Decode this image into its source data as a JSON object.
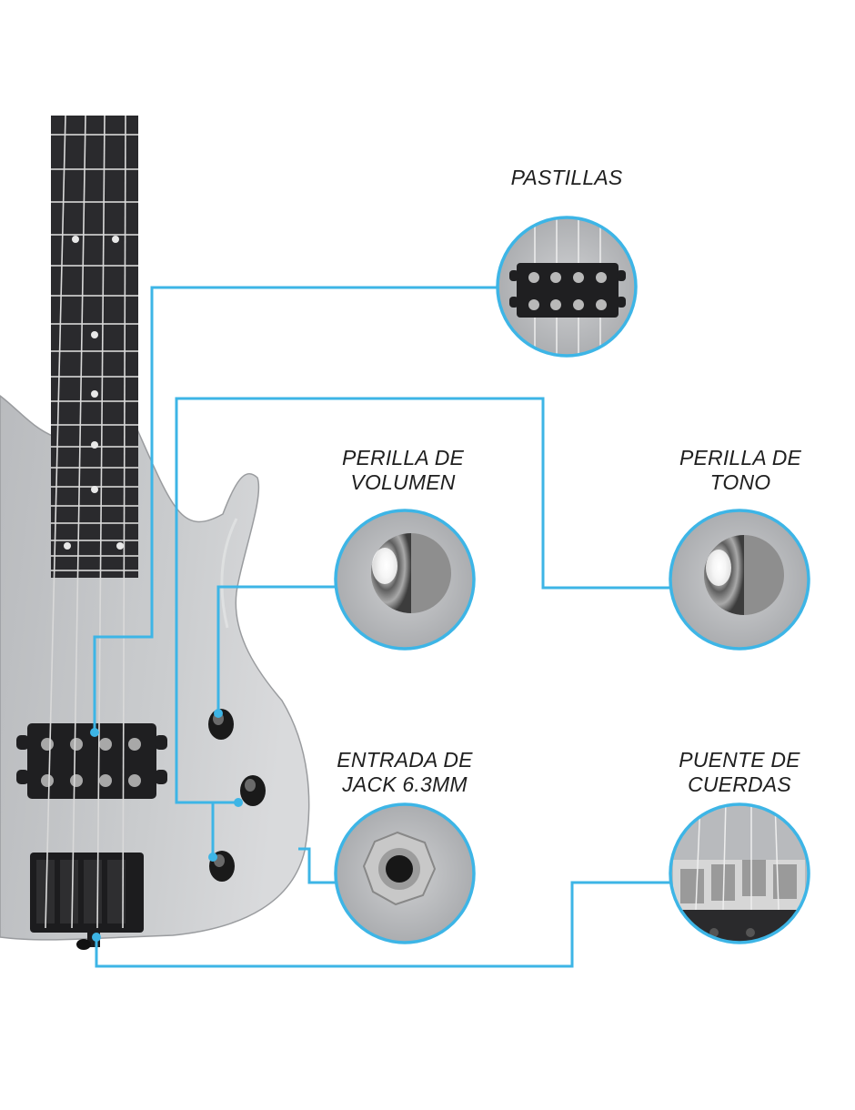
{
  "colors": {
    "accent": "#3db5e6",
    "body": "#c4c6c9",
    "fretboard": "#2a2a2d",
    "hardware": "#1c1c1e",
    "label_text": "#1f1f1f"
  },
  "callouts": [
    {
      "id": "pickups",
      "lines": [
        "PASTILLAS"
      ]
    },
    {
      "id": "volume",
      "lines": [
        "PERILLA DE",
        "VOLUMEN"
      ]
    },
    {
      "id": "tone",
      "lines": [
        "PERILLA DE",
        "TONO"
      ]
    },
    {
      "id": "jack",
      "lines": [
        "ENTRADA DE",
        "JACK 6.3MM"
      ]
    },
    {
      "id": "bridge",
      "lines": [
        "PUENTE DE",
        "CUERDAS"
      ]
    }
  ]
}
